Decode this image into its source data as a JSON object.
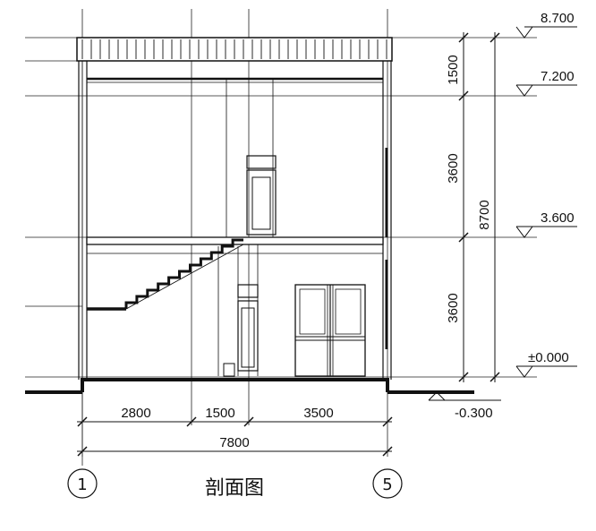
{
  "title": "剖面图",
  "axes": {
    "left": "1",
    "right": "5"
  },
  "elevations": [
    "8.700",
    "7.200",
    "3.600",
    "±0.000",
    "-0.300"
  ],
  "horizontal_dims": [
    "2800",
    "1500",
    "3500"
  ],
  "total_width": "7800",
  "vertical_dims": [
    "1500",
    "3600",
    "3600"
  ],
  "total_height": "8700",
  "colors": {
    "line": "#111111",
    "background": "#ffffff"
  }
}
